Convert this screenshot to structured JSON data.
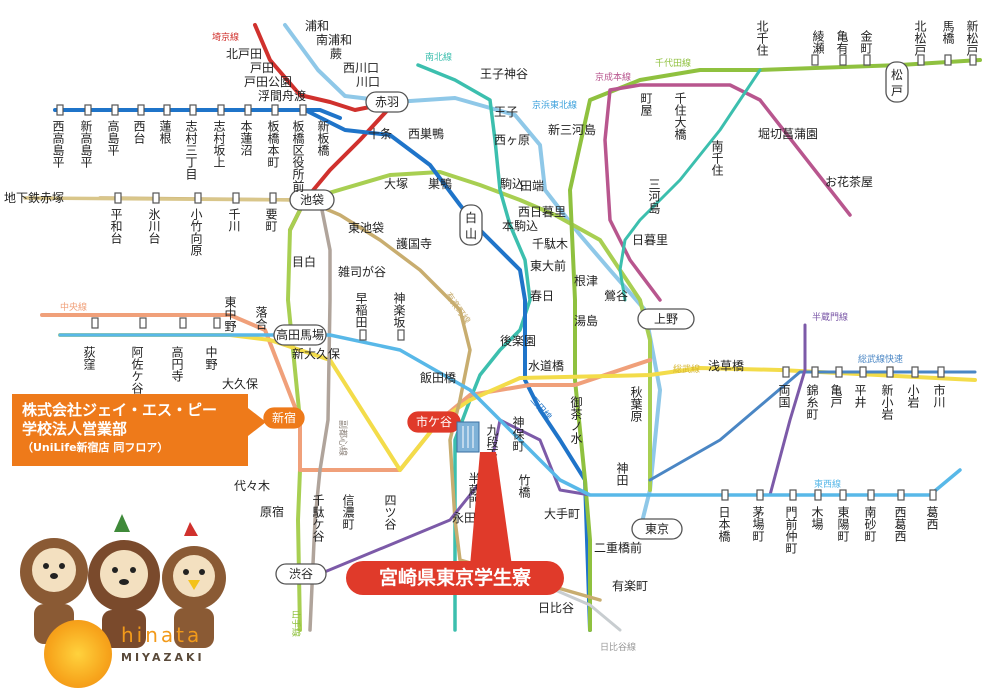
{
  "map": {
    "company_box": {
      "line1": "株式会社ジェイ・エス・ピー",
      "line2": "学校法人営業部",
      "line3": "（UniLife新宿店 同フロア）"
    },
    "dorm_label": "宮崎県東京学生寮",
    "brand": {
      "name": "hinata",
      "sub": "MIYAZAKI"
    },
    "line_names": [
      "埼京線",
      "南北線",
      "京浜東北線",
      "京成本線",
      "千代田線",
      "中央線",
      "有楽町線",
      "総武線",
      "総武線快速",
      "半蔵門線",
      "三田線",
      "副都心線",
      "山手線",
      "東西線",
      "日比谷線"
    ],
    "hub_stations": [
      "赤羽",
      "池袋",
      "白山",
      "上野",
      "高田馬場",
      "新宿",
      "市ケ谷",
      "東京",
      "渋谷",
      "松戸"
    ],
    "stations": [
      "浦和",
      "南浦和",
      "蕨",
      "西川口",
      "川口",
      "北戸田",
      "戸田",
      "戸田公園",
      "浮間舟渡",
      "王子神谷",
      "王子",
      "西ヶ原",
      "駒込",
      "本駒込",
      "田端",
      "西日暮里",
      "日暮里",
      "新三河島",
      "三河島",
      "南千住",
      "千住大橋",
      "町屋",
      "北千住",
      "綾瀬",
      "亀有",
      "金町",
      "北松戸",
      "馬橋",
      "新松戸",
      "堀切菖蒲園",
      "お花茶屋",
      "十条",
      "西巣鴨",
      "大塚",
      "巣鴨",
      "千駄木",
      "東大前",
      "根津",
      "鶯谷",
      "春日",
      "湯島",
      "後楽園",
      "水道橋",
      "飯田橋",
      "九段下",
      "神保町",
      "御茶ノ水",
      "秋葉原",
      "浅草橋",
      "両国",
      "錦糸町",
      "亀戸",
      "平井",
      "新小岩",
      "小岩",
      "市川",
      "竹橋",
      "大手町",
      "神田",
      "日本橋",
      "茅場町",
      "門前仲町",
      "木場",
      "東陽町",
      "南砂町",
      "西葛西",
      "葛西",
      "二重橋前",
      "有楽町",
      "日比谷",
      "西高島平",
      "新高島平",
      "高島平",
      "西台",
      "蓮根",
      "志村三丁目",
      "志村坂上",
      "本蓮沼",
      "板橋本町",
      "板橋区役所前",
      "新板橋",
      "地下鉄赤塚",
      "平和台",
      "氷川台",
      "小竹向原",
      "千川",
      "要町",
      "東池袋",
      "護国寺",
      "雑司が谷",
      "目白",
      "早稲田",
      "神楽坂",
      "落合",
      "東中野",
      "中野",
      "高円寺",
      "阿佐ケ谷",
      "荻窪",
      "新大久保",
      "大久保",
      "代々木",
      "千駄ケ谷",
      "信濃町",
      "四ツ谷",
      "原宿",
      "半蔵門",
      "永田町"
    ],
    "colors": {
      "saikyo": "#d0312d",
      "namboku": "#3cbfae",
      "keihin": "#3aa0dc",
      "keisei": "#b8568e",
      "chiyoda": "#8fc13f",
      "chuo": "#f0a07a",
      "yurakucho": "#c8ad6f",
      "sobu": "#f3dc4a",
      "sobu_rapid": "#4a86c4",
      "hanzomon": "#7c5aa8",
      "mita": "#1f74c9",
      "fukutoshin": "#b0a49b",
      "yamanote": "#a8cf52",
      "tozai": "#58b8e8",
      "hibiya": "#b9bec2",
      "brand_orange": "#ee7a1a",
      "dorm_red": "#e03a2a"
    }
  }
}
